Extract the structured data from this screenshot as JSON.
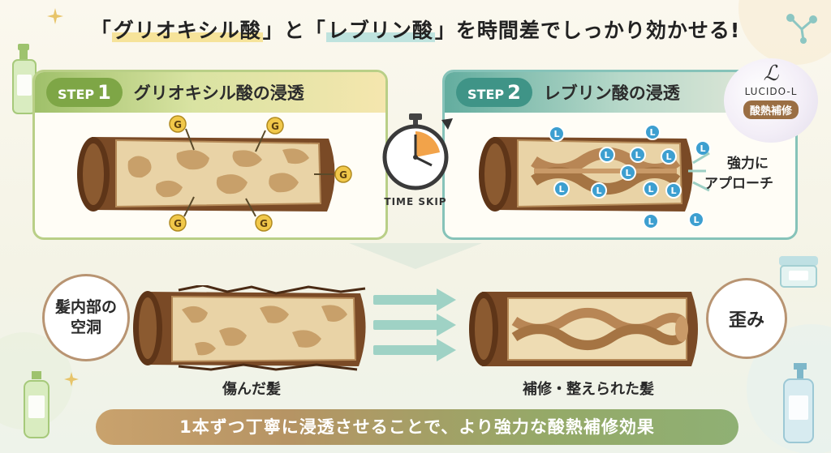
{
  "title": {
    "q1_open": "「",
    "name1": "グリオキシル酸",
    "q1_close": "」",
    "particle": "と",
    "q2_open": "「",
    "name2": "レブリン酸",
    "q2_close": "」",
    "rest": "を時間差でしっかり効かせる!"
  },
  "step1": {
    "word": "STEP",
    "num": "1",
    "title": "グリオキシル酸の浸透",
    "particle_label": "G"
  },
  "step2": {
    "word": "STEP",
    "num": "2",
    "title": "レブリン酸の浸透",
    "particle_label": "L"
  },
  "timer_label": "TIME SKIP",
  "brand": {
    "logo": "ℒ",
    "name": "LUCIDO-L",
    "tag": "酸熱補修"
  },
  "approach_label": {
    "line1": "強力に",
    "line2": "アプローチ"
  },
  "left_bubble": {
    "line1": "髪内部の",
    "line2": "空洞"
  },
  "right_bubble": "歪み",
  "damaged_caption": "傷んだ髪",
  "repaired_caption": "補修・整えられた髪",
  "bottom_banner": "1本ずつ丁寧に浸透させることで、より強力な酸熱補修効果",
  "colors": {
    "step1_accent": "#7ea646",
    "step2_accent": "#3f9487",
    "hair_brown": "#7a4a26",
    "hair_inner": "#e9d3a6",
    "g_particle": "#f1c84a",
    "l_particle": "#3d9fd0",
    "arrow_teal": "#7cc3b5"
  },
  "icons": [
    "lotion-bottle-icon",
    "sparkle-icon",
    "molecule-icon",
    "cream-jar-icon",
    "stopwatch-icon"
  ]
}
